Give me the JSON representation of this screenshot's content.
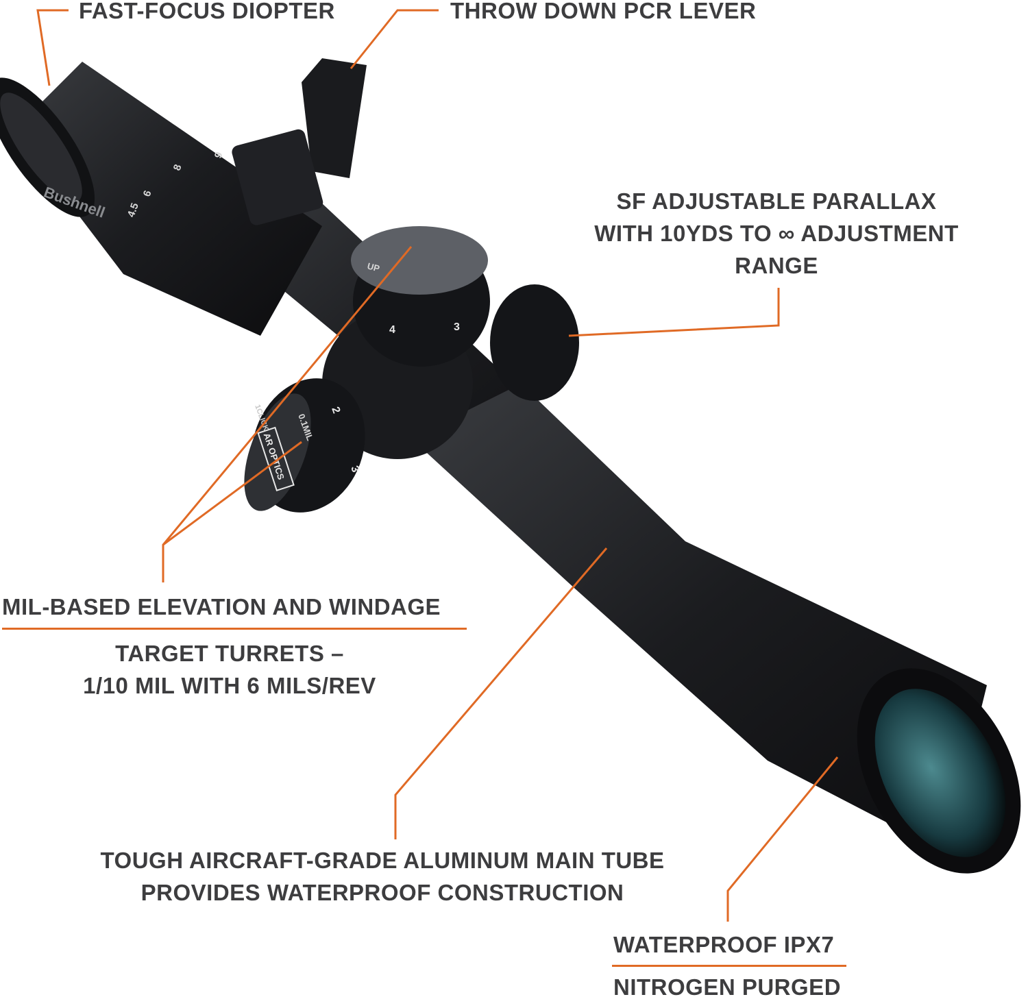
{
  "colors": {
    "accent": "#e06a25",
    "text": "#3d3d3f",
    "scope": "#1c1d20"
  },
  "callouts": {
    "diopter": "FAST-FOCUS DIOPTER",
    "pcr_lever": "THROW DOWN PCR LEVER",
    "parallax": [
      "SF ADJUSTABLE PARALLAX",
      "WITH 10YDS TO ∞ ADJUSTMENT",
      "RANGE"
    ],
    "turrets_title": "MIL-BASED ELEVATION AND WINDAGE",
    "turrets_detail": [
      "TARGET TURRETS –",
      "1/10 MIL WITH 6 MILS/REV"
    ],
    "tube": [
      "TOUGH AIRCRAFT-GRADE ALUMINUM MAIN TUBE",
      "PROVIDES WATERPROOF CONSTRUCTION"
    ],
    "waterproof": "WATERPROOF IPX7",
    "nitrogen": "NITROGEN PURGED"
  },
  "product": {
    "brand": "Bushnell",
    "turret_badge": "AR OPTICS",
    "turret_marks": [
      "1CLICK",
      "0.1MIL",
      "2",
      "3",
      "4",
      "UP"
    ],
    "magnification_marks": [
      "4.5",
      "6",
      "8",
      "9"
    ]
  }
}
